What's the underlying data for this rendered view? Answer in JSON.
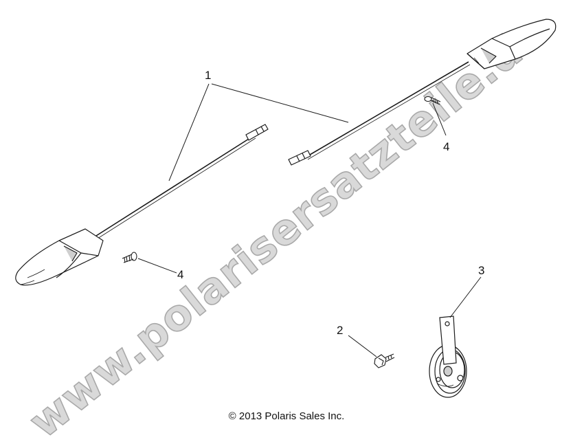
{
  "callouts": {
    "one": "1",
    "two": "2",
    "three": "3",
    "four_right": "4",
    "four_left": "4"
  },
  "copyright": "© 2013 Polaris Sales Inc.",
  "watermark": "www.polarisersatzteile.de",
  "colors": {
    "line": "#1a1a1a",
    "lamp_fill": "#ffffff",
    "lamp_shade": "#cfcfcf",
    "watermark_fill": "#d9d9d9",
    "watermark_stroke": "#a9a9a9"
  }
}
